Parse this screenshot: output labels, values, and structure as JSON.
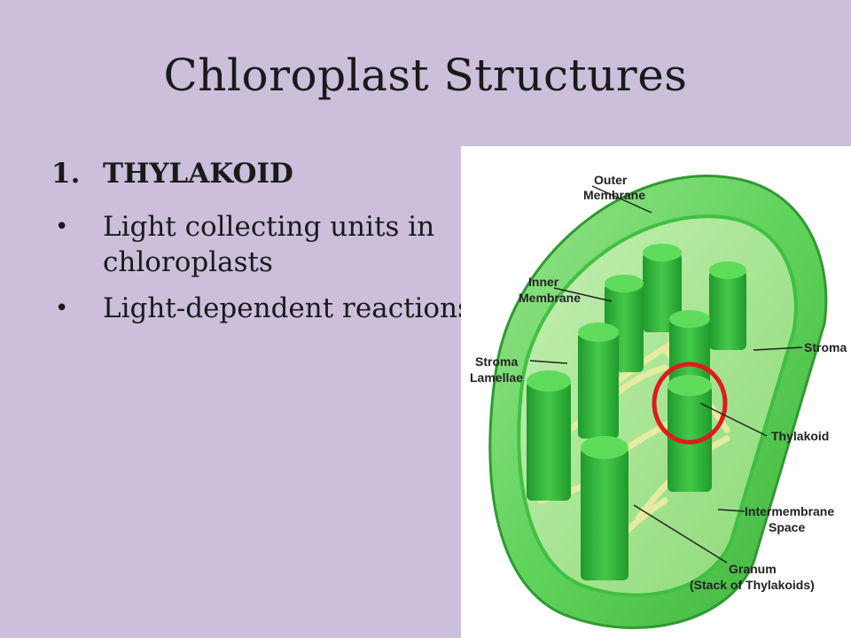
{
  "slide": {
    "title": "Chloroplast Structures",
    "item_number": "1.",
    "item_heading": "THYLAKOID",
    "bullets": [
      "Light collecting units in chloroplasts",
      "Light-dependent reactions"
    ]
  },
  "diagram": {
    "labels": {
      "outer_membrane_1": "Outer",
      "outer_membrane_2": "Membrane",
      "inner_membrane_1": "Inner",
      "inner_membrane_2": "Membrane",
      "stroma": "Stroma",
      "stroma_lamellae_1": "Stroma",
      "stroma_lamellae_2": "Lamellae",
      "thylakoid": "Thylakoid",
      "intermembrane_1": "Intermembrane",
      "intermembrane_2": "Space",
      "granum_1": "Granum",
      "granum_2": "(Stack of Thylakoids)"
    },
    "colors": {
      "background": "#cbbfdc",
      "membrane": "#5fd35a",
      "granum": "#2fb43a",
      "lamellae": "#e6eba0",
      "highlight_circle": "#e01b1b"
    }
  }
}
